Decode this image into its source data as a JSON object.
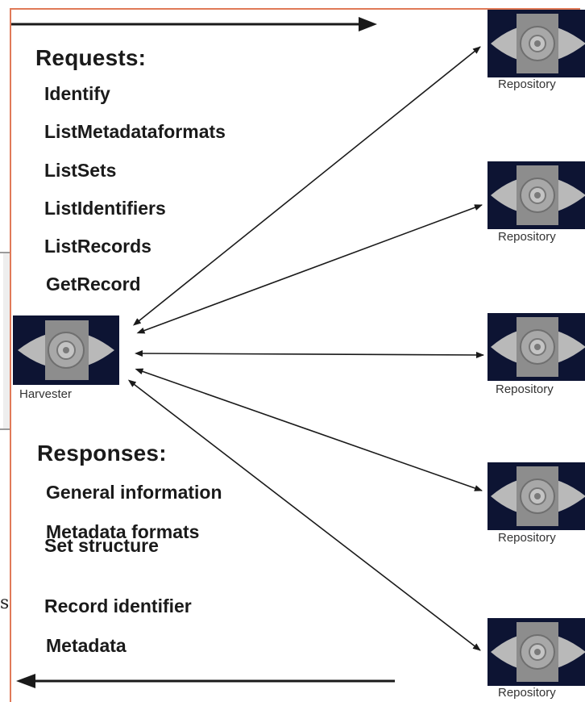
{
  "requests": {
    "heading": "Requests:",
    "items": [
      "Identify",
      "ListMetadataformats",
      "ListSets",
      "ListIdentifiers",
      "ListRecords",
      "GetRecord"
    ]
  },
  "responses": {
    "heading": "Responses:",
    "items": [
      "General information",
      "Metadata formats",
      "Set structure",
      "Record identifier",
      "Metadata"
    ]
  },
  "harvester": {
    "label": "Harvester"
  },
  "repositories": [
    {
      "label": "Repository"
    },
    {
      "label": "Repository"
    },
    {
      "label": "Repository"
    },
    {
      "label": "Repository"
    },
    {
      "label": "Repository"
    }
  ],
  "edge_fragment": "s",
  "colors": {
    "frame": "#e07a58",
    "node_bg": "#0d1433",
    "text": "#1a1a1a"
  }
}
